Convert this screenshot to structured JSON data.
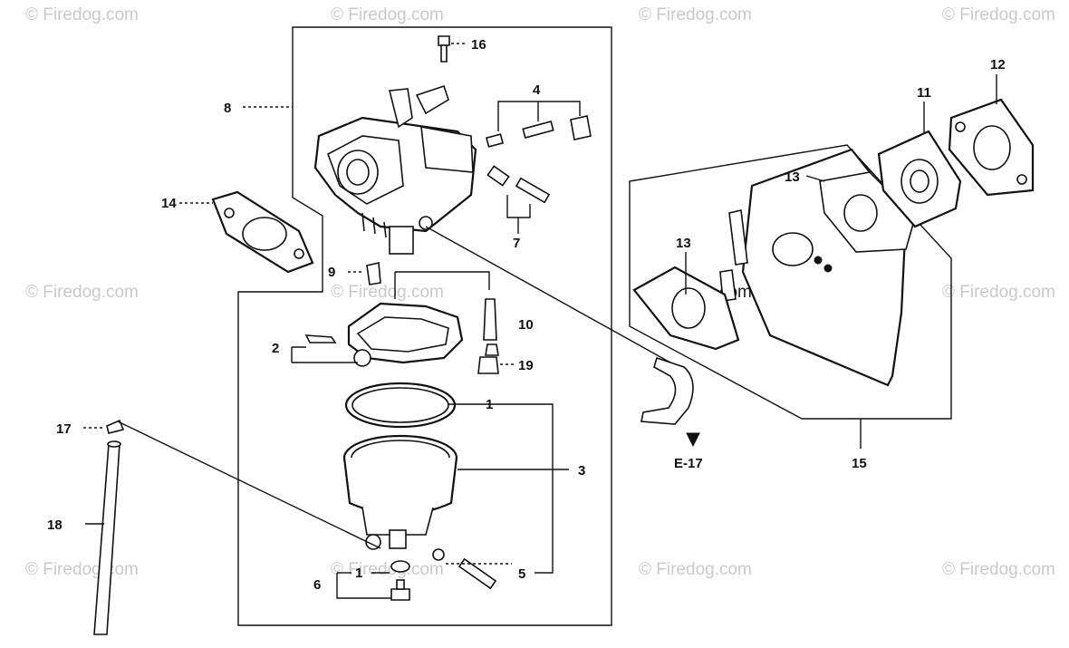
{
  "watermark": "© Firedog.com",
  "callouts": {
    "c1_ring": "1",
    "c1_washer": "1",
    "c2": "2",
    "c3": "3",
    "c4": "4",
    "c5": "5",
    "c6": "6",
    "c7": "7",
    "c8": "8",
    "c9": "9",
    "c10": "10",
    "c11": "11",
    "c12": "12",
    "c13_upper": "13",
    "c13_lower": "13",
    "c14": "14",
    "c15": "15",
    "c16": "16",
    "c17": "17",
    "c18": "18",
    "c19": "19"
  },
  "reference": "E-17"
}
